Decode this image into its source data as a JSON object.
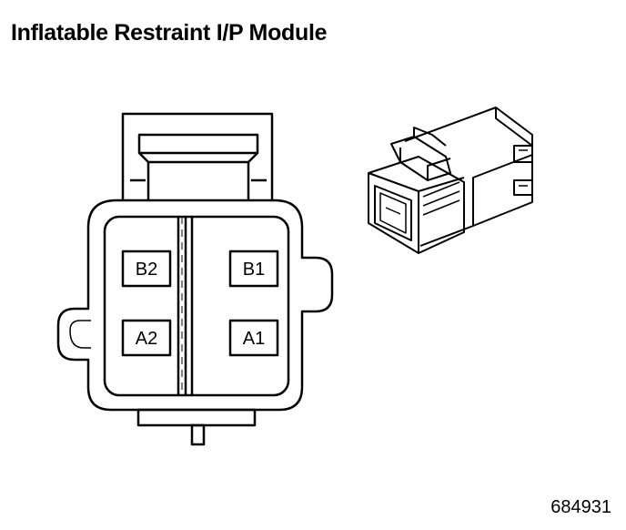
{
  "title": "Inflatable Restraint I/P Module",
  "figure_number": "684931",
  "pins": [
    {
      "id": "B2",
      "label": "B2"
    },
    {
      "id": "B1",
      "label": "B1"
    },
    {
      "id": "A2",
      "label": "A2"
    },
    {
      "id": "A1",
      "label": "A1"
    }
  ],
  "colors": {
    "line": "#000000",
    "background": "#ffffff"
  }
}
